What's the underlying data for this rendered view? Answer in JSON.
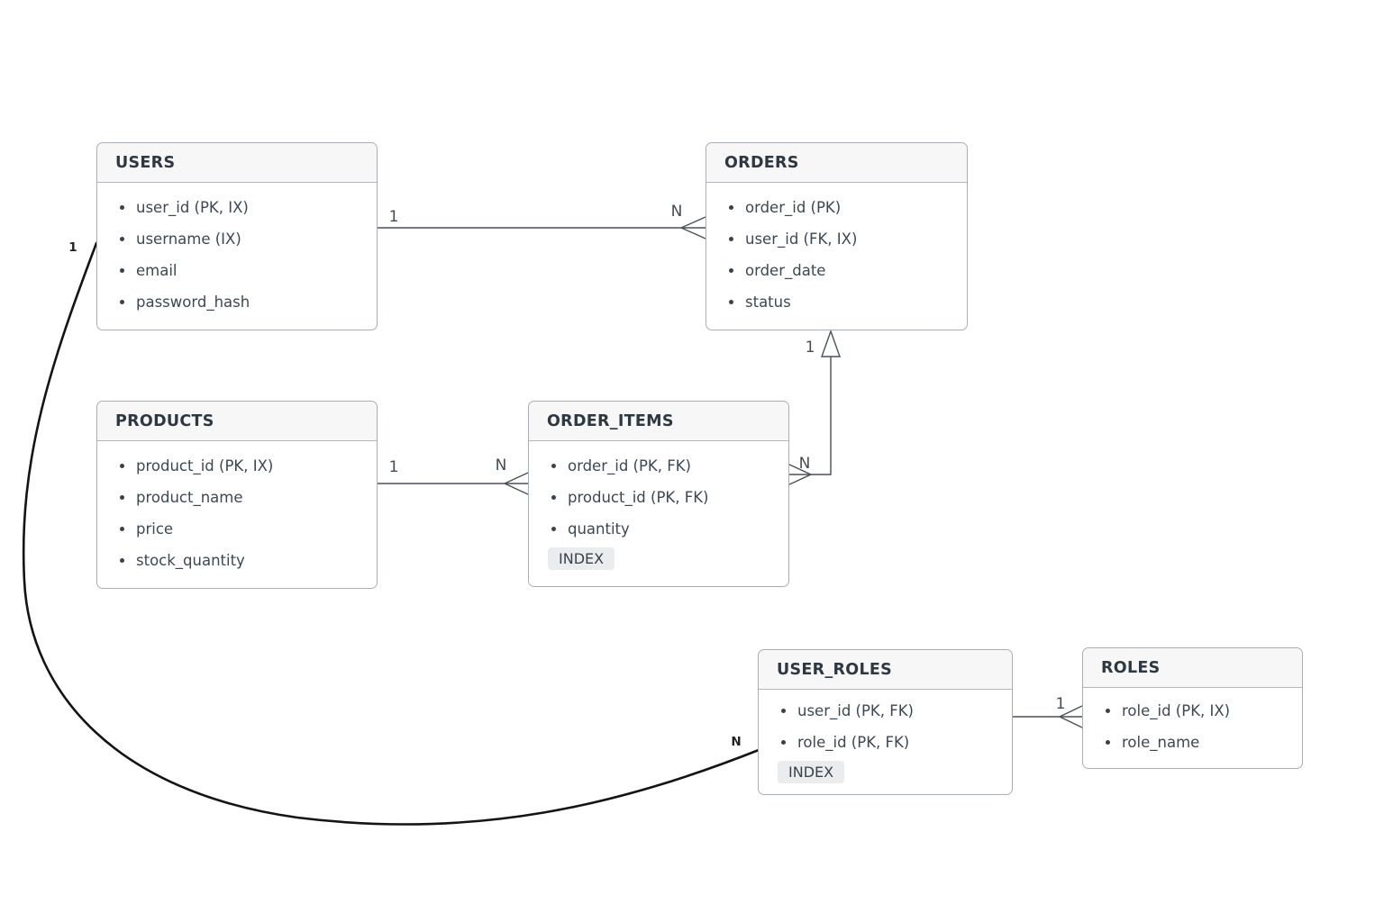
{
  "diagram": {
    "entities": [
      {
        "name": "USERS",
        "fields": [
          "user_id (PK, IX)",
          "username (IX)",
          "email",
          "password_hash"
        ]
      },
      {
        "name": "ORDERS",
        "fields": [
          "order_id (PK)",
          "user_id (FK, IX)",
          "order_date",
          "status"
        ]
      },
      {
        "name": "PRODUCTS",
        "fields": [
          "product_id (PK, IX)",
          "product_name",
          "price",
          "stock_quantity"
        ]
      },
      {
        "name": "ORDER_ITEMS",
        "fields": [
          "order_id (PK, FK)",
          "product_id (PK, FK)",
          "quantity"
        ],
        "badge": "INDEX"
      },
      {
        "name": "USER_ROLES",
        "fields": [
          "user_id (PK, FK)",
          "role_id (PK, FK)"
        ],
        "badge": "INDEX"
      },
      {
        "name": "ROLES",
        "fields": [
          "role_id (PK, IX)",
          "role_name"
        ]
      }
    ],
    "connectors": {
      "users_orders": {
        "one_label": "1",
        "many_label": "N"
      },
      "products_order_items": {
        "one_label": "1",
        "many_label": "N"
      },
      "order_items_orders": {
        "one_label": "1",
        "many_label": "N"
      },
      "user_roles_roles": {
        "one_label": "1"
      },
      "users_user_roles": {
        "one_label": "1",
        "many_label": "N"
      }
    },
    "colors": {
      "box_border": "#a9aeb4",
      "header_bg": "#f7f7f8",
      "title_text": "#2e3842",
      "field_text": "#3d4854",
      "line": "#4a5158",
      "curve": "#141414",
      "badge_bg": "#ebecee"
    }
  }
}
